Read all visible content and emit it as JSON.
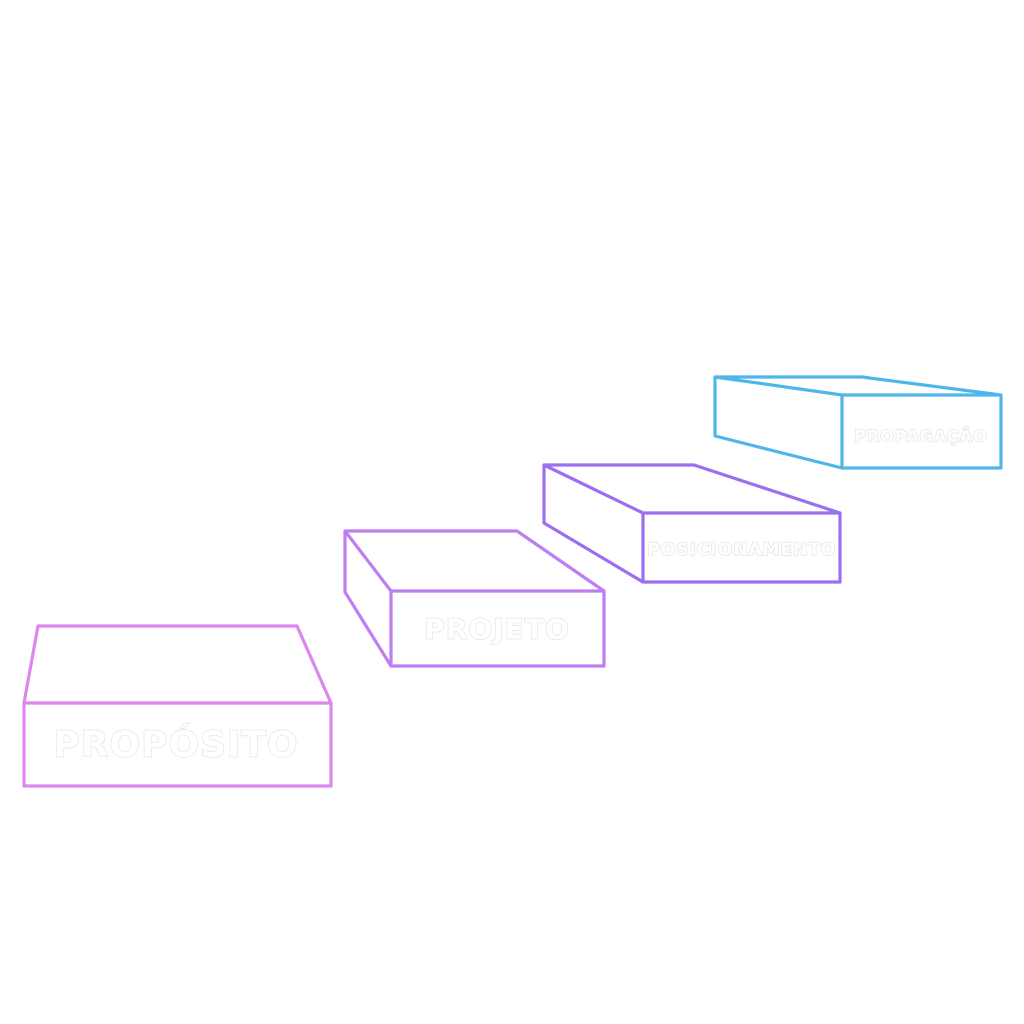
{
  "steps": [
    {
      "label": "PROPÓSITO",
      "color": "#dc86ee"
    },
    {
      "label": "PROJETO",
      "color": "#bf7ef0"
    },
    {
      "label": "POSICIONAMENTO",
      "color": "#9c6ef2"
    },
    {
      "label": "PROPAGAÇÃO",
      "color": "#4fb6ea"
    }
  ]
}
